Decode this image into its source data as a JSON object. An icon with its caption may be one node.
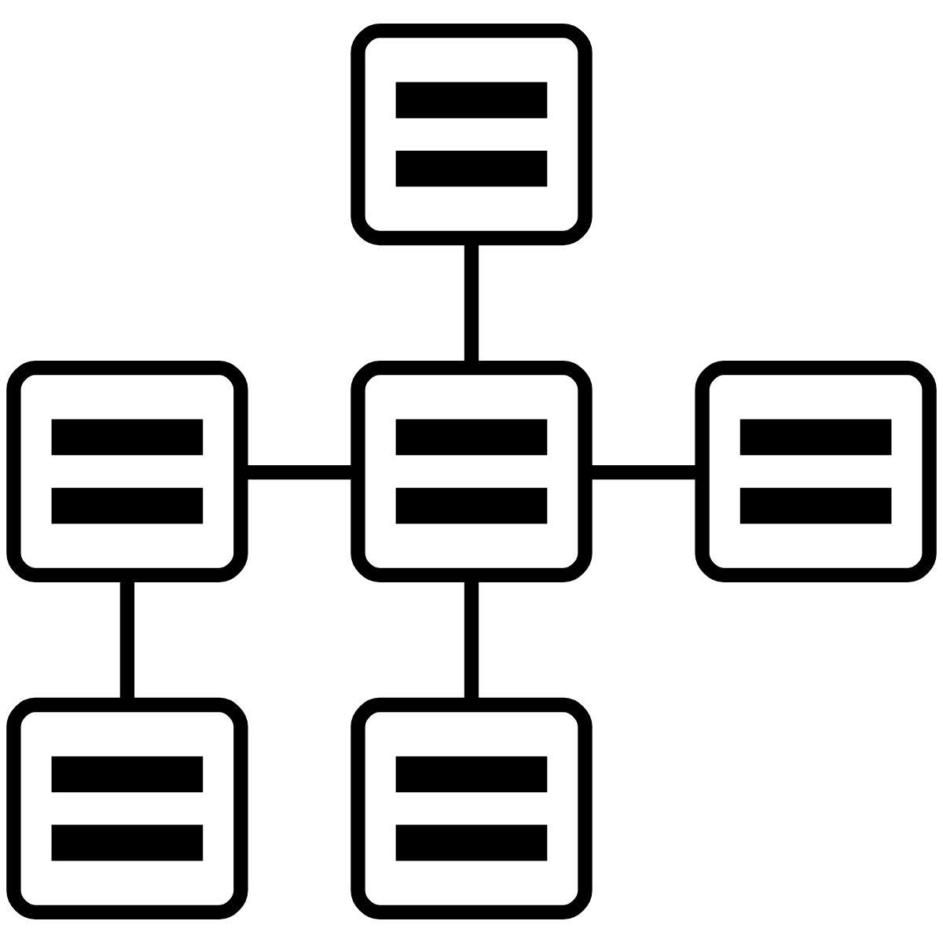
{
  "diagram": {
    "nodes": [
      {
        "text": [],
        "shape": "box"
      },
      {
        "text": [],
        "shape": "box"
      },
      {
        "text": [],
        "shape": "box"
      },
      {
        "text": [],
        "shape": "box"
      },
      {
        "text": [],
        "shape": "box"
      },
      {
        "text": [],
        "shape": "box"
      }
    ],
    "edges": [
      {
        "from": 0,
        "to": 2,
        "arrow": "none"
      },
      {
        "from": 1,
        "to": 2,
        "arrow": "none"
      },
      {
        "from": 2,
        "to": 3,
        "arrow": "none"
      },
      {
        "from": 1,
        "to": 4,
        "arrow": "none"
      },
      {
        "from": 2,
        "to": 5,
        "arrow": "none"
      }
    ]
  }
}
